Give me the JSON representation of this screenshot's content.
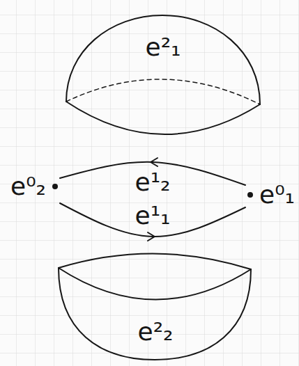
{
  "diagram": {
    "nodes": [
      {
        "text": [
          "e²₁"
        ]
      },
      {
        "text": [
          "e⁰₂"
        ]
      },
      {
        "text": [
          "e⁰₁"
        ]
      },
      {
        "text": [
          "e²₂"
        ]
      }
    ],
    "edges": [
      {
        "from": 2,
        "to": 1,
        "arrow": "to",
        "label": "e¹₂"
      },
      {
        "from": 1,
        "to": 2,
        "arrow": "to",
        "label": "e¹₁"
      }
    ]
  }
}
